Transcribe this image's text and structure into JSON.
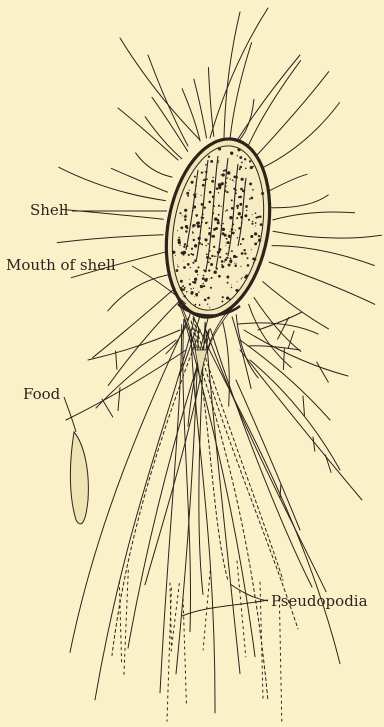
{
  "labels": {
    "shell": "Shell",
    "mouth_of_shell": "Mouth of shell",
    "food": "Food",
    "pseudopodia": "Pseudopodia"
  },
  "colors": {
    "background": "#fbf1c9",
    "ink": "#2a241c"
  }
}
